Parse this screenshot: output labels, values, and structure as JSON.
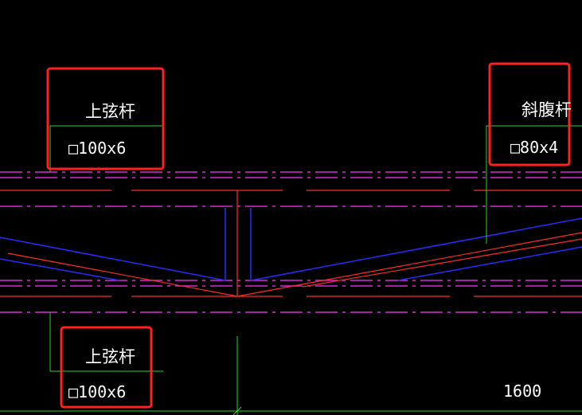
{
  "callouts": {
    "top_chord_upper": {
      "name": "上弦杆",
      "section": "□100x6"
    },
    "web_member": {
      "name": "斜腹杆",
      "section": "□80x4"
    },
    "top_chord_lower": {
      "name": "上弦杆",
      "section": "□100x6"
    }
  },
  "dimension": {
    "value": "1600"
  },
  "colors": {
    "background": "#000000",
    "chord_lines": "#ff2a2a",
    "member_outline": "#2a2aff",
    "centerline_dashed": "#d62ad6",
    "leader": "#2ad62a",
    "highlight_box": "#ff2020",
    "text": "#ffffff"
  }
}
